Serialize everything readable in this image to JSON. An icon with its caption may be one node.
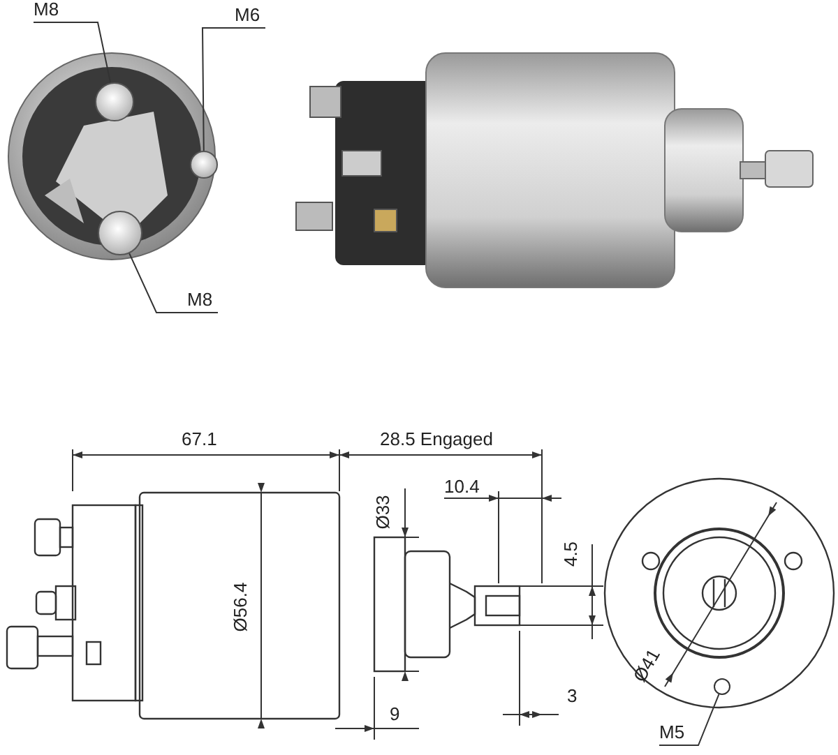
{
  "diagram": {
    "nodes": [
      {
        "text": [
          "M8"
        ]
      },
      {
        "text": [],
        "shape": "circle"
      },
      {
        "text": [
          "M6"
        ]
      },
      {
        "text": [],
        "shape": "circle"
      },
      {
        "text": [
          "M8"
        ]
      },
      {
        "text": [],
        "shape": "circle"
      },
      {
        "text": [
          "M5"
        ]
      },
      {
        "text": [],
        "shape": "circle"
      }
    ],
    "edges": [
      {
        "from": 0,
        "to": 1,
        "arrow": "none"
      },
      {
        "from": 2,
        "to": 3,
        "arrow": "none"
      },
      {
        "from": 4,
        "to": 5,
        "arrow": "none"
      },
      {
        "from": 6,
        "to": 7,
        "arrow": "none"
      }
    ],
    "labels": [
      "67.1",
      "28.5 Engaged",
      "10.4",
      "Ø33",
      "4.5",
      "Ø56.4",
      "9",
      "3",
      "Ø41"
    ]
  }
}
